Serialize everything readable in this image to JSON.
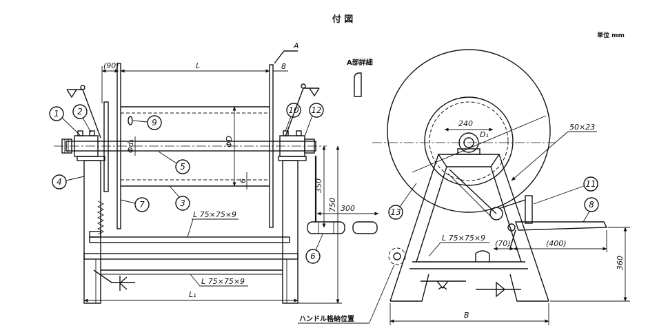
{
  "figure": {
    "title": "付 図",
    "unit": "単位 mm"
  },
  "detail": {
    "section_mark": "A",
    "label": "A部詳細"
  },
  "front_view": {
    "dim_offset": "(90)",
    "dim_length": "L",
    "dim_plate": "8",
    "dim_shaft": "Φd₁",
    "dim_drum": "ΦD",
    "dim_gap": "6",
    "dim_height_350": "350",
    "dim_height_750": "750",
    "dim_handle": "300",
    "dim_total": "L₁",
    "angle_upper": "L 75×75×9",
    "angle_lower": "L 75×75×9"
  },
  "side_view": {
    "dim_hub": "240",
    "dim_d1": "D₁",
    "dim_slot": "50×23",
    "angle": "L 75×75×9",
    "dim_offset": "(70)",
    "dim_pedal": "(400)",
    "dim_height": "360",
    "dim_width": "B",
    "handle_storage": "ハンドル格納位置"
  },
  "parts": {
    "p1": "1",
    "p2": "2",
    "p3": "3",
    "p4": "4",
    "p5": "5",
    "p6": "6",
    "p7": "7",
    "p8": "8",
    "p9": "9",
    "p10": "10",
    "p11": "11",
    "p12": "12",
    "p13": "13"
  }
}
